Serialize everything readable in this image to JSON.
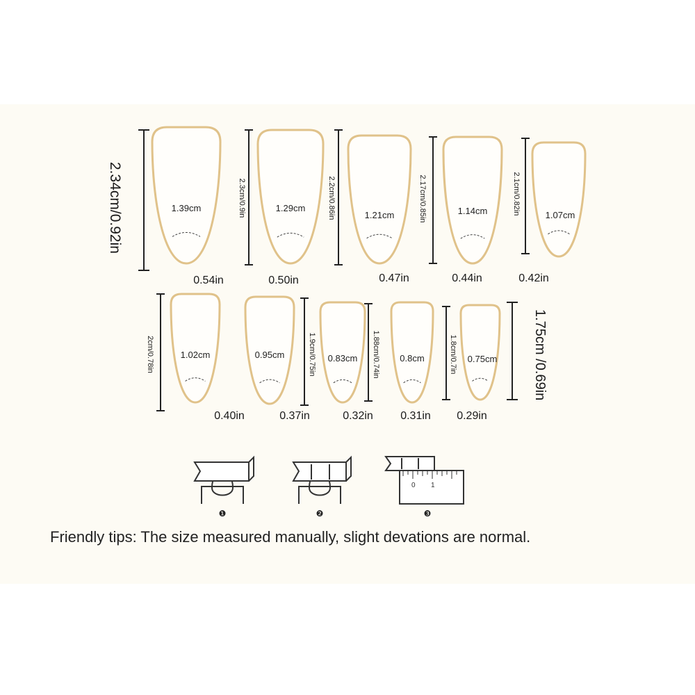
{
  "row1": {
    "height_label": "2.34cm/0.92in",
    "nails": [
      {
        "width_cm": "1.39cm",
        "width_in": "0.54in",
        "length_label": ""
      },
      {
        "width_cm": "1.29cm",
        "width_in": "0.50in",
        "length_label": "2.3cm/0.9in"
      },
      {
        "width_cm": "1.21cm",
        "width_in": "0.47in",
        "length_label": "2.2cm/0.86in"
      },
      {
        "width_cm": "1.14cm",
        "width_in": "0.44in",
        "length_label": "2.17cm/0.85in"
      },
      {
        "width_cm": "1.07cm",
        "width_in": "0.42in",
        "length_label": "2.1cm/0.82in"
      }
    ]
  },
  "row2": {
    "height_label": "1.75cm /0.69in",
    "nails": [
      {
        "width_cm": "1.02cm",
        "width_in": "0.40in",
        "length_label": "2cm/0.78in"
      },
      {
        "width_cm": "0.95cm",
        "width_in": "0.37in",
        "length_label": "1.9cm/0.75in"
      },
      {
        "width_cm": "0.83cm",
        "width_in": "0.32in",
        "length_label": "1.88cm/0.74in"
      },
      {
        "width_cm": "0.8cm",
        "width_in": "0.31in",
        "length_label": "1.8cm/0.7in"
      },
      {
        "width_cm": "0.75cm",
        "width_in": "0.29in",
        "length_label": ""
      }
    ]
  },
  "steps": [
    {
      "number": "❶",
      "icon": "nail-tape-wrap-icon"
    },
    {
      "number": "❷",
      "icon": "nail-tape-mark-icon"
    },
    {
      "number": "❸",
      "icon": "tape-ruler-icon",
      "ruler_labels": [
        "0",
        "1"
      ]
    }
  ],
  "tips": "Friendly tips: The size measured manually, slight devations are normal.",
  "colors": {
    "nail_outline": "#e0c28a",
    "background_panel": "#fdfbf4"
  }
}
